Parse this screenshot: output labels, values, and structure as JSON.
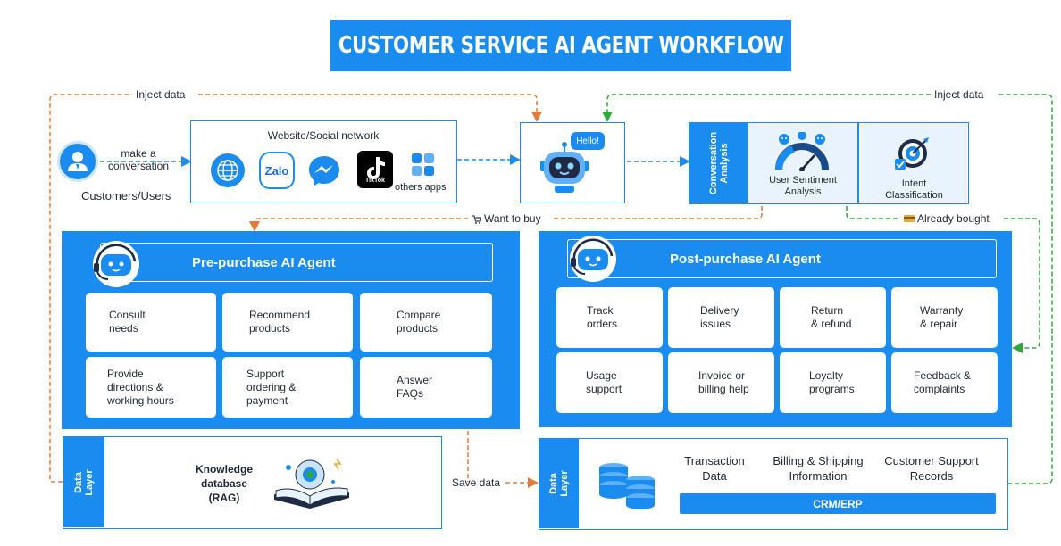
{
  "title": "CUSTOMER SERVICE AI AGENT WORKFLOW",
  "colors": {
    "primary": "#1a8cf0",
    "inject_left": "#e07b39",
    "inject_right": "#2fa83a"
  },
  "customer": {
    "label": "Customers/Users",
    "action": "make a\nconversation",
    "icon": "user-icon"
  },
  "channels": {
    "title": "Website/Social network",
    "zalo": "Zalo",
    "tiktok": "TikTok",
    "others": "others apps"
  },
  "bot": {
    "bubble": "Hello!"
  },
  "analysis": {
    "label": "Conversation\nAnalysis",
    "sentiment": "User Sentiment\nAnalysis",
    "intent": "Intent\nClassification"
  },
  "flows": {
    "inject_left": "Inject data",
    "inject_right": "Inject data",
    "want_to_buy": "Want to buy",
    "already_bought": "Already bought",
    "save_data": "Save data"
  },
  "pre_agent": {
    "title": "Pre-purchase AI Agent",
    "cards": [
      "Consult\nneeds",
      "Recommend\nproducts",
      "Compare\nproducts",
      "Provide\ndirections &\nworking hours",
      "Support\nordering &\npayment",
      "Answer\nFAQs"
    ]
  },
  "post_agent": {
    "title": "Post-purchase AI Agent",
    "cards": [
      "Track\norders",
      "Delivery\nissues",
      "Return\n& refund",
      "Warranty\n& repair",
      "Usage\nsupport",
      "Invoice or\nbilling help",
      "Loyalty\nprograms",
      "Feedback &\ncomplaints"
    ]
  },
  "data_layer_left": {
    "label": "Data\nLayer",
    "kb": "Knowledge\ndatabase\n(RAG)"
  },
  "data_layer_right": {
    "label": "Data\nLayer",
    "items": [
      "Transaction\nData",
      "Billing & Shipping\nInformation",
      "Customer Support\nRecords"
    ],
    "bar": "CRM/ERP"
  }
}
